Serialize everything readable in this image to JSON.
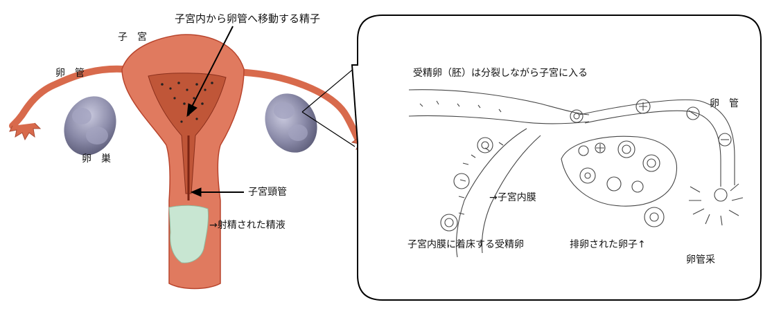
{
  "left": {
    "top_caption": "子宮内から卵管へ移動する精子",
    "uterus": "子　宮",
    "oviduct": "卵　管",
    "ovary": "卵　巣",
    "cervical_canal": "子宮頸管",
    "semen": "→射精された精液"
  },
  "right": {
    "header": "受精卵（胚）は分裂しながら子宮に入る",
    "oviduct": "卵　管",
    "endometrium": "→子宮内膜",
    "implantation": "子宮内膜に着床する受精卵",
    "ovulated": "排卵された卵子↑",
    "fimbriae": "卵管采"
  },
  "colors": {
    "tissue": "#e07a5f",
    "tissue_dark": "#b8442c",
    "ovary": "#8a8aa8",
    "semen": "#c8e6d2"
  }
}
